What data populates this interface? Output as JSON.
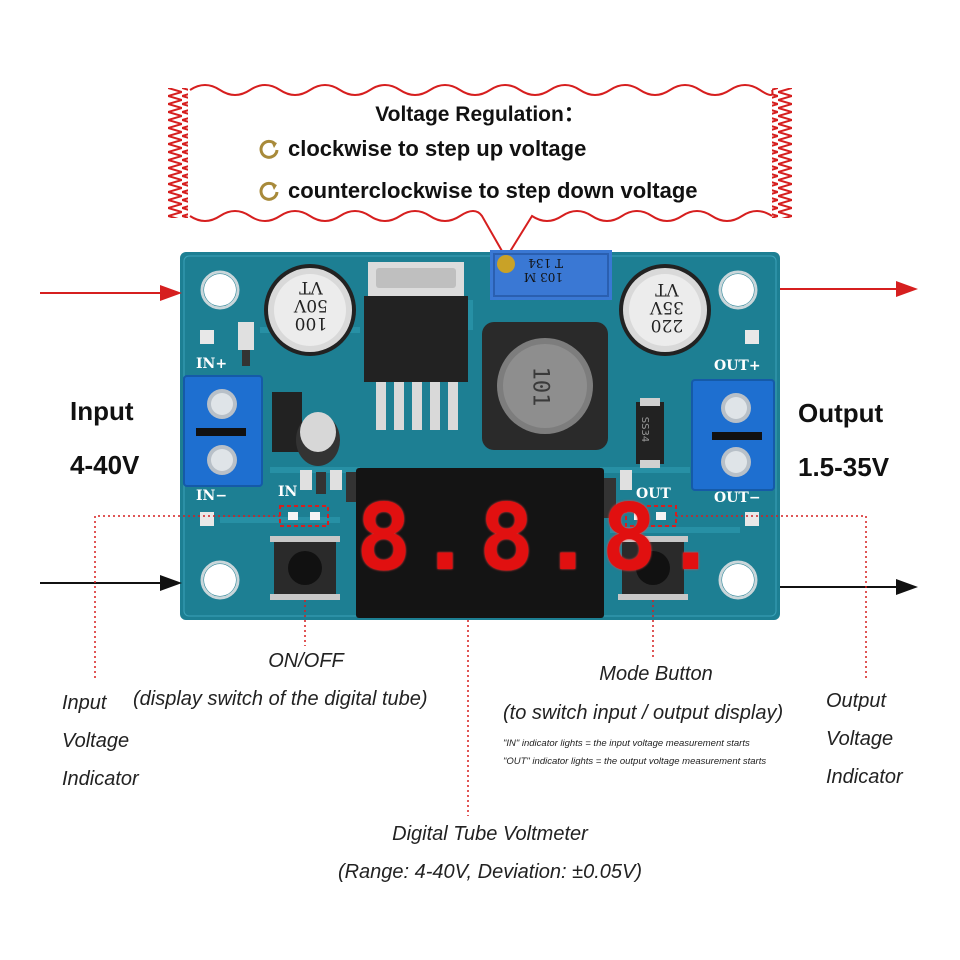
{
  "callout": {
    "title": "Voltage Regulation：",
    "line1": "clockwise to step up voltage",
    "line2": "counterclockwise to step down voltage"
  },
  "labels": {
    "input_title": "Input",
    "input_range": "4-40V",
    "output_title": "Output",
    "output_range": "1.5-35V",
    "input_indicator": [
      "Input",
      "Voltage",
      "Indicator"
    ],
    "output_indicator": [
      "Output",
      "Voltage",
      "Indicator"
    ],
    "onoff_title": "ON/OFF",
    "onoff_desc": "(display switch of the digital tube)",
    "mode_title": "Mode Button",
    "mode_desc": "(to switch input / output display)",
    "in_note": "\"IN\" indicator lights = the input voltage measurement starts",
    "out_note": "\"OUT\" indicator lights = the output voltage measurement starts",
    "voltmeter_title": "Digital Tube Voltmeter",
    "voltmeter_desc": "(Range: 4-40V, Deviation: ±0.05V)"
  },
  "board": {
    "silk_in_plus": "IN+",
    "silk_in_minus": "IN−",
    "silk_out_plus": "OUT+",
    "silk_out_minus": "OUT−",
    "silk_in": "IN",
    "silk_out": "OUT",
    "cap_left": [
      "100",
      "50V",
      "VT"
    ],
    "cap_right": [
      "220",
      "35V",
      "VT"
    ],
    "pot_text": [
      "103",
      "M",
      "T",
      "134"
    ],
    "inductor_text": "101",
    "diode_text": "SS34",
    "display_digits": "8.8.8."
  },
  "colors": {
    "pcb": "#1d7f93",
    "terminal": "#1e6fd0",
    "callout_border": "#d61f1f",
    "arrow_red": "#d61f1f",
    "arrow_black": "#111111",
    "segment_red": "#e11010"
  }
}
